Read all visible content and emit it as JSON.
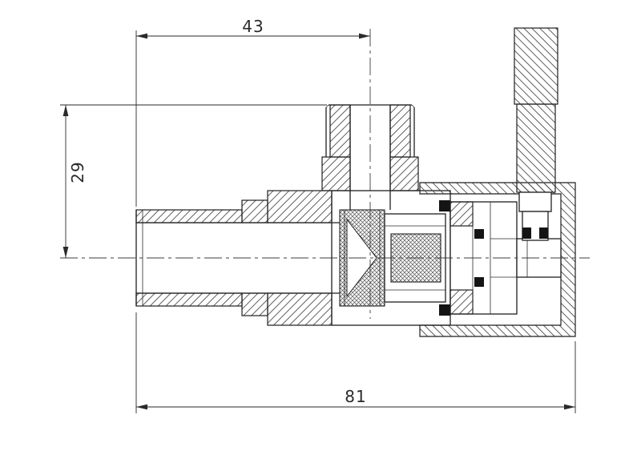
{
  "drawing": {
    "type": "technical-section-drawing",
    "subject": "angle valve cross-section",
    "background_color": "#ffffff",
    "line_color": "#1f1f1f",
    "dimensions": {
      "top_width": {
        "value": "43",
        "orientation": "horizontal"
      },
      "left_height": {
        "value": "29",
        "orientation": "vertical"
      },
      "overall_length": {
        "value": "81",
        "orientation": "horizontal"
      }
    }
  }
}
